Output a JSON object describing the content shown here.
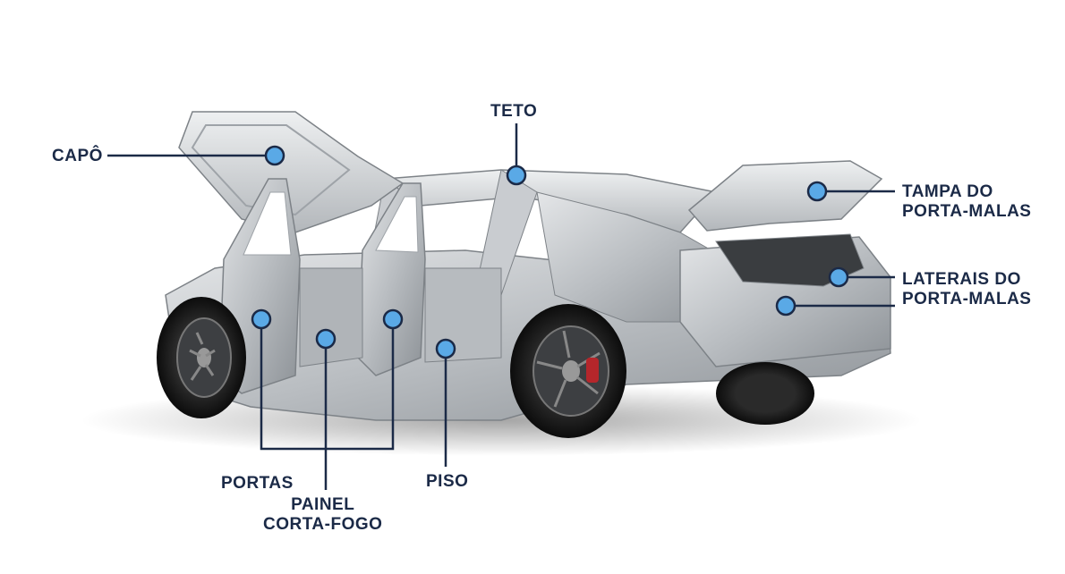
{
  "colors": {
    "leader_line": "#1b2a47",
    "marker_fill": "#5aa9e6",
    "marker_stroke": "#1b2a47",
    "label_text": "#1b2a47"
  },
  "labels": {
    "capo": "CAPÔ",
    "teto": "TETO",
    "tampa_line1": "TAMPA DO",
    "tampa_line2": "PORTA-MALAS",
    "laterais_line1": "LATERAIS DO",
    "laterais_line2": "PORTA-MALAS",
    "portas": "PORTAS",
    "painel_line1": "PAINEL",
    "painel_line2": "CORTA-FOGO",
    "piso": "PISO"
  },
  "illustration": {
    "subject": "car body-in-white, doors and hood/trunk open",
    "material": "galvanized steel"
  }
}
